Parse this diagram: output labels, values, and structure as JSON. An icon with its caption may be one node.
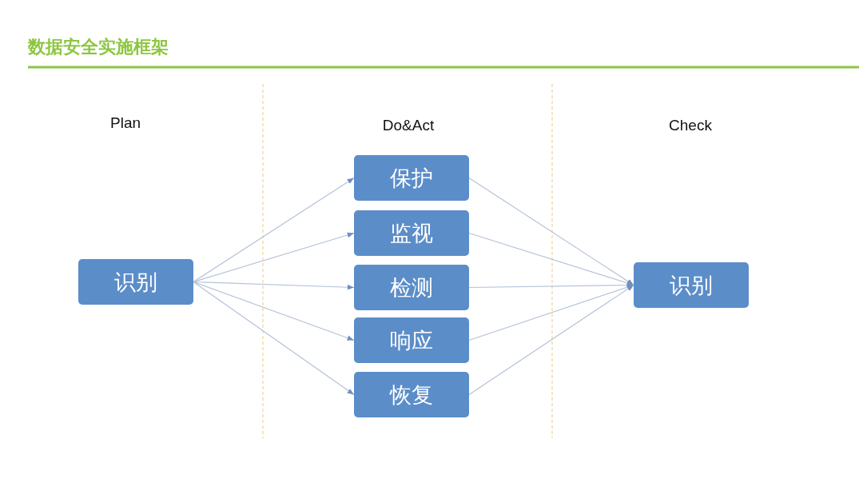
{
  "diagram": {
    "title": "数据安全实施框架",
    "nodes": [
      {
        "text": [
          "识别"
        ]
      },
      {
        "text": [
          "保护"
        ]
      },
      {
        "text": [
          "监视"
        ]
      },
      {
        "text": [
          "检测"
        ]
      },
      {
        "text": [
          "响应"
        ]
      },
      {
        "text": [
          "恢复"
        ]
      },
      {
        "text": [
          "识别"
        ]
      }
    ],
    "edges": [
      {
        "from": 0,
        "to": 1,
        "arrow": "to"
      },
      {
        "from": 0,
        "to": 2,
        "arrow": "to"
      },
      {
        "from": 0,
        "to": 3,
        "arrow": "to"
      },
      {
        "from": 0,
        "to": 4,
        "arrow": "to"
      },
      {
        "from": 0,
        "to": 5,
        "arrow": "to"
      },
      {
        "from": 1,
        "to": 6,
        "arrow": "to"
      },
      {
        "from": 2,
        "to": 6,
        "arrow": "to"
      },
      {
        "from": 3,
        "to": 6,
        "arrow": "to"
      },
      {
        "from": 4,
        "to": 6,
        "arrow": "to"
      },
      {
        "from": 5,
        "to": 6,
        "arrow": "to"
      }
    ],
    "labels": [
      "Plan",
      "Do&Act",
      "Check"
    ]
  }
}
